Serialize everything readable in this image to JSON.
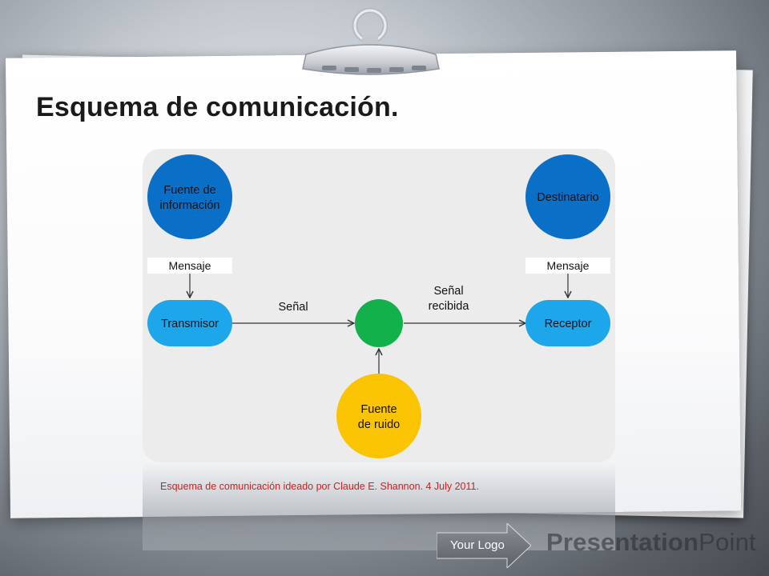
{
  "slide": {
    "title": "Esquema de comunicación.",
    "caption": "Esquema de comunicación ideado por Claude E. Shannon. 4 July 2011.",
    "logo_text": "Your Logo",
    "brand_bold": "Presentation",
    "brand_light": "Point"
  },
  "diagram": {
    "source": {
      "line1": "Fuente de",
      "line2": "información"
    },
    "destination": "Destinatario",
    "message_left": "Mensaje",
    "message_right": "Mensaje",
    "transmitter": "Transmisor",
    "receiver": "Receptor",
    "signal": "Señal",
    "received_signal": {
      "line1": "Señal",
      "line2": "recibida"
    },
    "noise": {
      "line1": "Fuente",
      "line2": "de ruido"
    }
  },
  "colors": {
    "dark_blue": "#0a6fc7",
    "light_blue": "#1ea6ea",
    "green": "#12b14c",
    "yellow": "#fbc402",
    "caption_red": "#d21e1e",
    "panel_bg": "#ececec"
  },
  "icons": {
    "clip": "binder-clip-icon",
    "arrow": "right-arrow-icon"
  }
}
